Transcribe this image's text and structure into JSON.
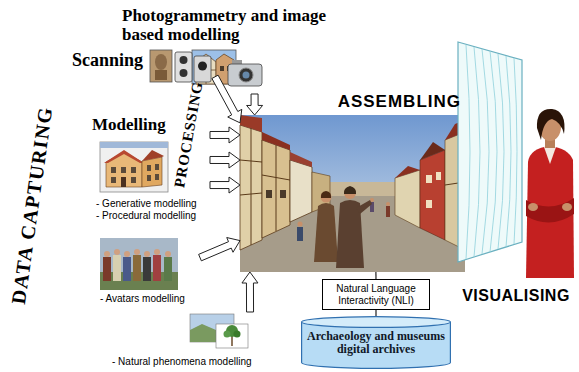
{
  "diagram": {
    "nodes": [
      {
        "text": [
          "Photogrammetry and image based modelling"
        ]
      },
      {
        "text": [
          "Scanning"
        ]
      },
      {
        "text": [
          "Modelling",
          "- Generative modelling",
          "- Procedural modelling"
        ]
      },
      {
        "text": [
          "- Avatars modelling"
        ]
      },
      {
        "text": [
          "- Natural phenomena modelling"
        ]
      },
      {
        "text": [
          "ASSEMBLING"
        ]
      },
      {
        "text": [
          "Natural Language Interactivity (NLI)"
        ]
      },
      {
        "text": [
          "Archaeology and museums digital archives"
        ]
      }
    ],
    "edges": [
      {
        "from": 0,
        "to": 5,
        "arrow": "to"
      },
      {
        "from": 1,
        "to": 5,
        "arrow": "to"
      },
      {
        "from": 2,
        "to": 5,
        "arrow": "to"
      },
      {
        "from": 2,
        "to": 5,
        "arrow": "to"
      },
      {
        "from": 2,
        "to": 5,
        "arrow": "to"
      },
      {
        "from": 3,
        "to": 5,
        "arrow": "to"
      },
      {
        "from": 4,
        "to": 5,
        "arrow": "to"
      },
      {
        "from": 5,
        "to": 6,
        "arrow": "none"
      },
      {
        "from": 6,
        "to": 7,
        "arrow": "none"
      }
    ],
    "labels": [
      "DATA CAPTURING",
      "PROCESSING",
      "VISUALISING"
    ]
  }
}
